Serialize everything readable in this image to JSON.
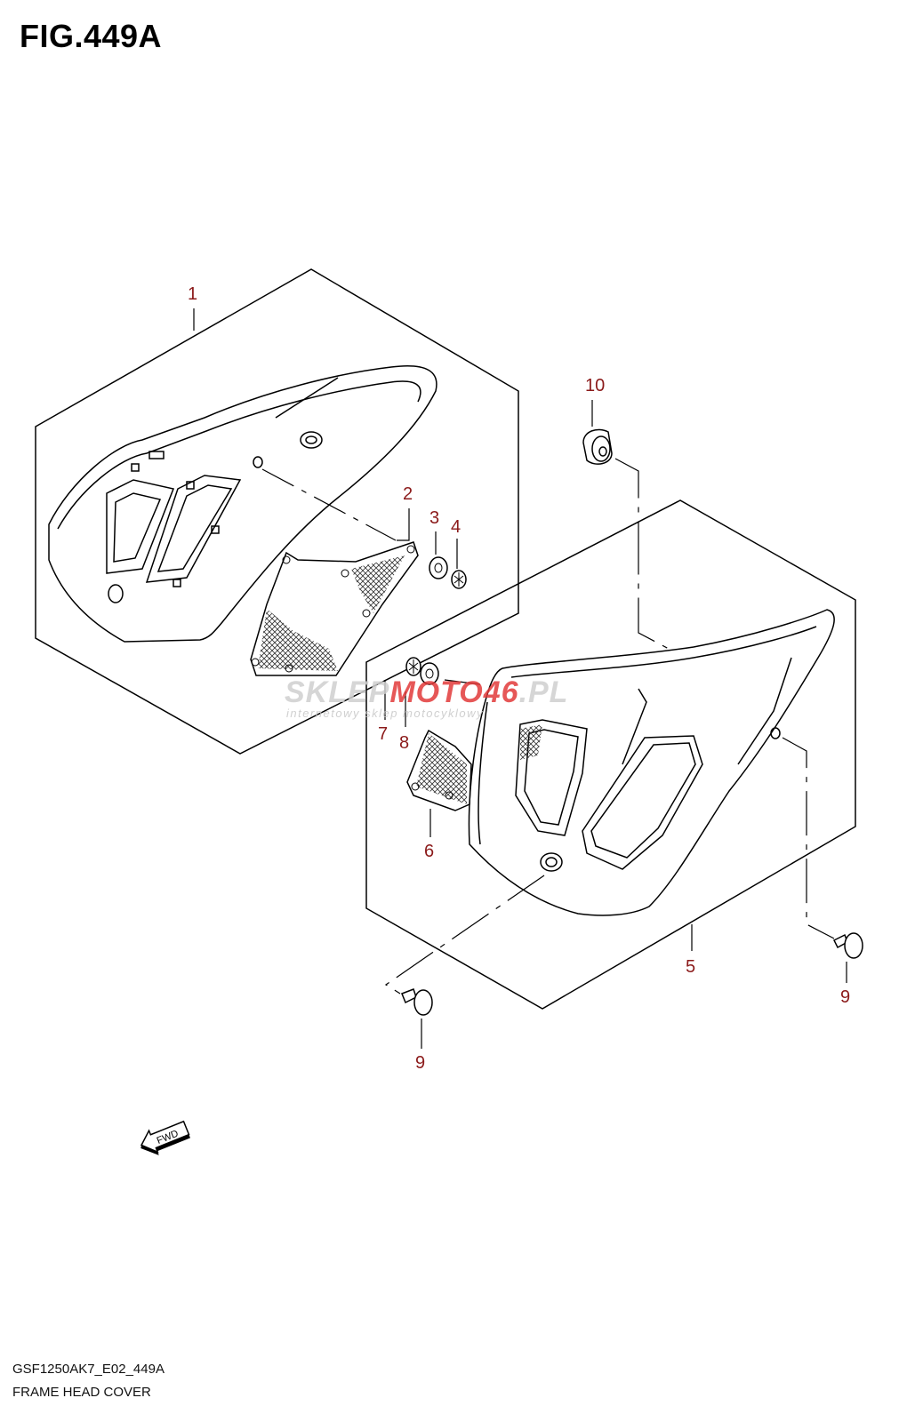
{
  "title": "FIG.449A",
  "callouts": {
    "c1": "1",
    "c2": "2",
    "c3": "3",
    "c4": "4",
    "c5": "5",
    "c6": "6",
    "c7": "7",
    "c8": "8",
    "c9a": "9",
    "c9b": "9",
    "c10": "10"
  },
  "watermark": {
    "part1": "SKLEP",
    "part2": "MOTO",
    "part3": "46",
    "part4": ".PL",
    "sub": "internetowy sklep motocyklowy"
  },
  "fwd_label": "FWD",
  "model_code": "GSF1250AK7_E02_449A",
  "caption": "FRAME HEAD COVER",
  "colors": {
    "callout": "#8b1a1a",
    "watermark_red": "#e23a3a",
    "watermark_grey": "#cfcfcf"
  }
}
